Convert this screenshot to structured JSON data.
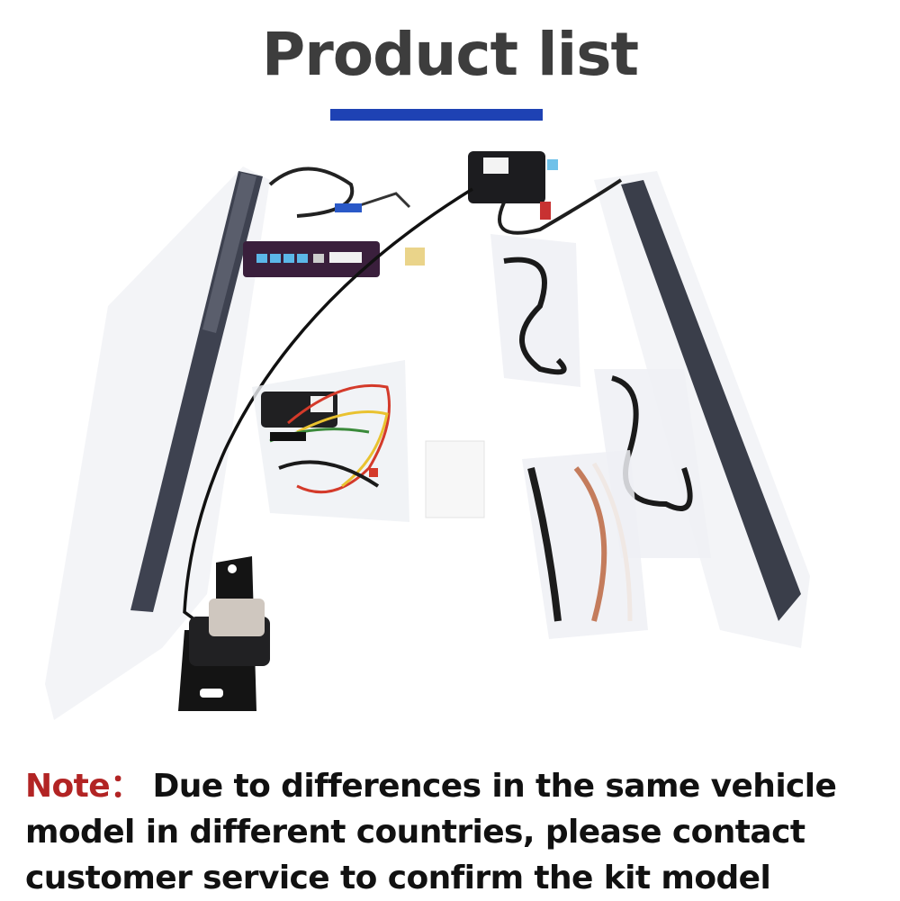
{
  "header": {
    "title": "Product list",
    "accent_color": "#1e42b4"
  },
  "note": {
    "label": "Note：",
    "label_color": "#b22424",
    "text": "Due to differences in the same vehicle model in different countries, please contact customer service to confirm the kit model"
  }
}
